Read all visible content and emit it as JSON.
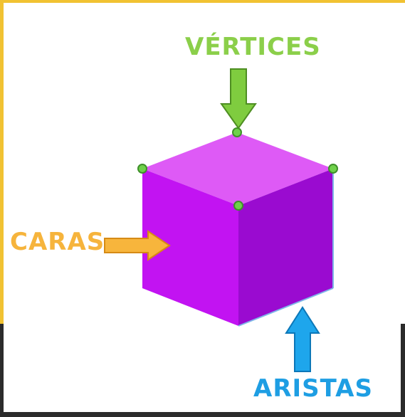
{
  "labels": {
    "vertices": "VÉRTICES",
    "caras": "CARAS",
    "aristas": "ARISTAS"
  },
  "colors": {
    "vertices": "#8bcf4a",
    "caras": "#f6b43c",
    "aristas": "#1e9ee3",
    "cube_top": "#de5af6",
    "cube_front": "#c213f2",
    "cube_side": "#9a0bd0",
    "frame": "#f1c232",
    "bottom_bar": "#2b2b2b"
  }
}
